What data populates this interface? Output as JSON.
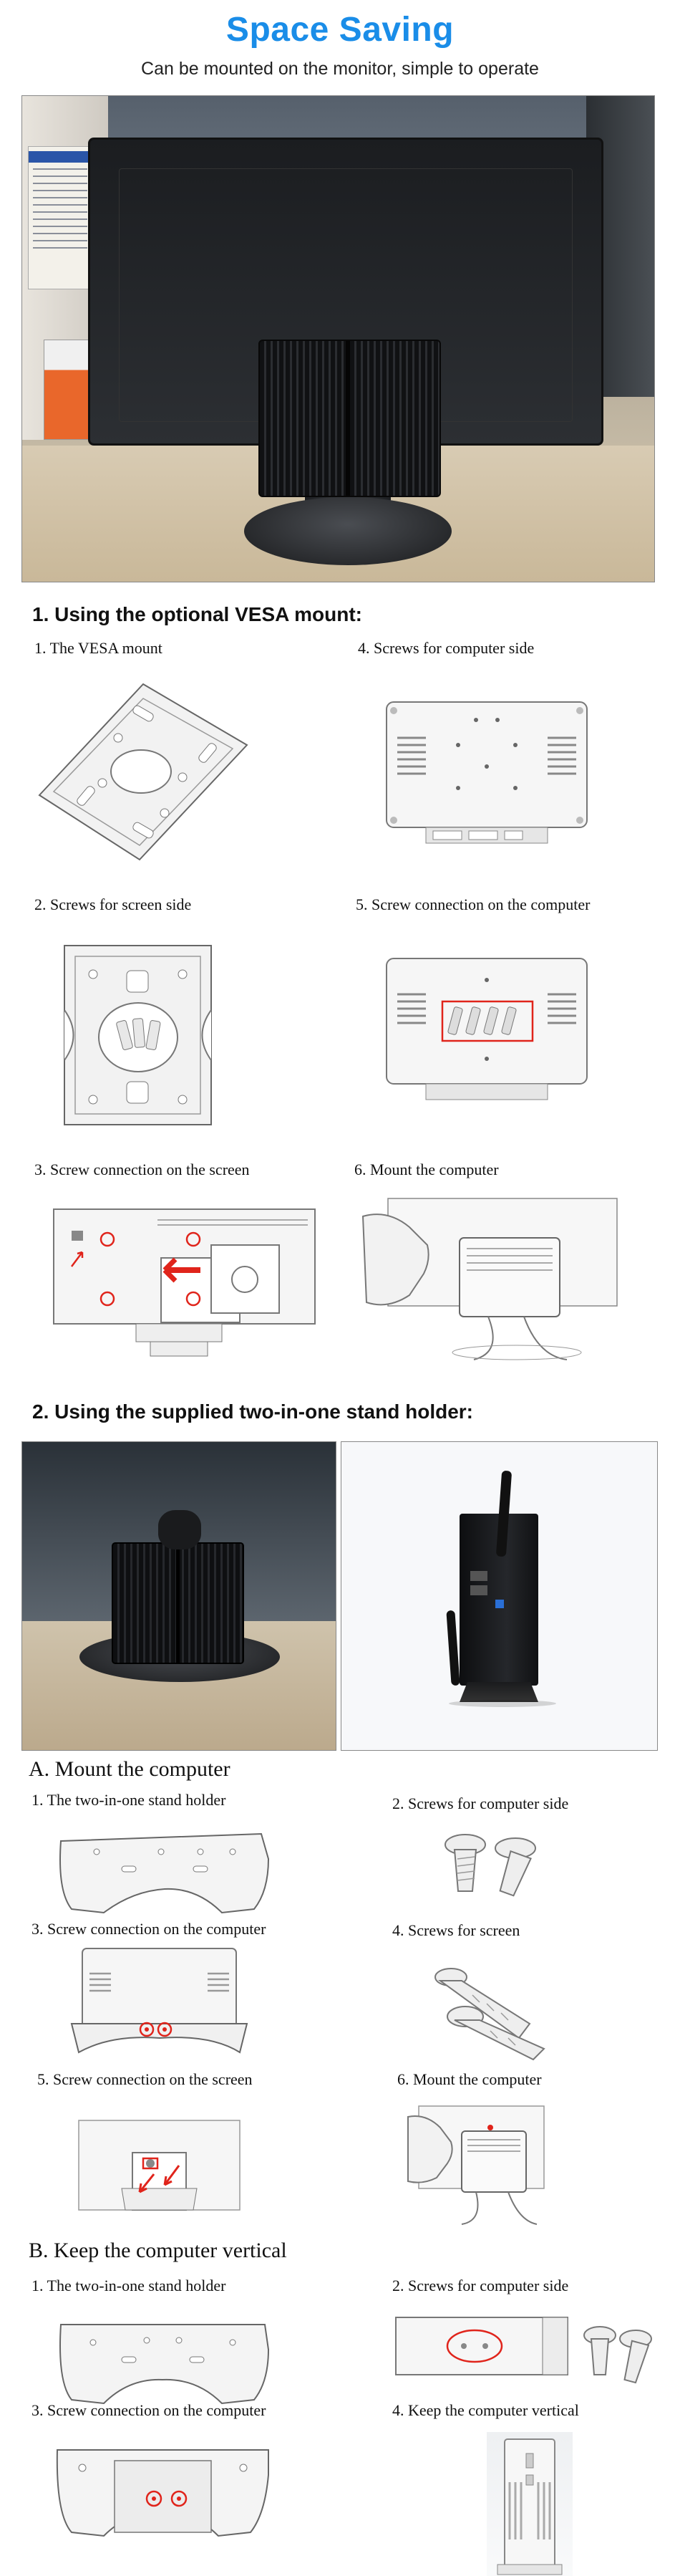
{
  "header": {
    "title": "Space Saving",
    "subtitle": "Can be mounted on the monitor, simple to operate"
  },
  "section1": {
    "heading": "1. Using the optional VESA mount:",
    "steps": [
      {
        "label": "1. The VESA mount",
        "icon": "vesa-plate"
      },
      {
        "label": "4. Screws for computer side",
        "icon": "pc-bottom"
      },
      {
        "label": "2. Screws for screen side",
        "icon": "vesa-plate-screws"
      },
      {
        "label": "5. Screw connection on the computer",
        "icon": "pc-bottom-screws"
      },
      {
        "label": "3. Screw connection on the screen",
        "icon": "monitor-back"
      },
      {
        "label": "6. Mount the computer",
        "icon": "hand-mount"
      }
    ]
  },
  "section2": {
    "heading": "2. Using the supplied two-in-one stand holder:",
    "partA": {
      "heading": "A. Mount the computer",
      "steps": [
        {
          "label": "1. The two-in-one stand holder",
          "icon": "stand-bracket"
        },
        {
          "label": "2. Screws for computer side",
          "icon": "screws"
        },
        {
          "label": "3. Screw connection on the computer",
          "icon": "pc-bracket"
        },
        {
          "label": "4. Screws for screen",
          "icon": "long-screws"
        },
        {
          "label": "5. Screw connection on the screen",
          "icon": "screen-bracket"
        },
        {
          "label": "6. Mount the computer",
          "icon": "hand-mount"
        }
      ]
    },
    "partB": {
      "heading": "B. Keep the computer vertical",
      "steps": [
        {
          "label": "1. The two-in-one stand holder",
          "icon": "stand-bracket"
        },
        {
          "label": "2. Screws for computer side",
          "icon": "pc-side-screws"
        },
        {
          "label": "3. Screw connection on the computer",
          "icon": "bracket-screws"
        },
        {
          "label": "4. Keep the computer vertical",
          "icon": "pc-vertical"
        }
      ]
    }
  },
  "colors": {
    "title_blue": "#1a8de8",
    "highlight_red": "#e0241b",
    "sketch_gray": "#8a8a8a"
  }
}
